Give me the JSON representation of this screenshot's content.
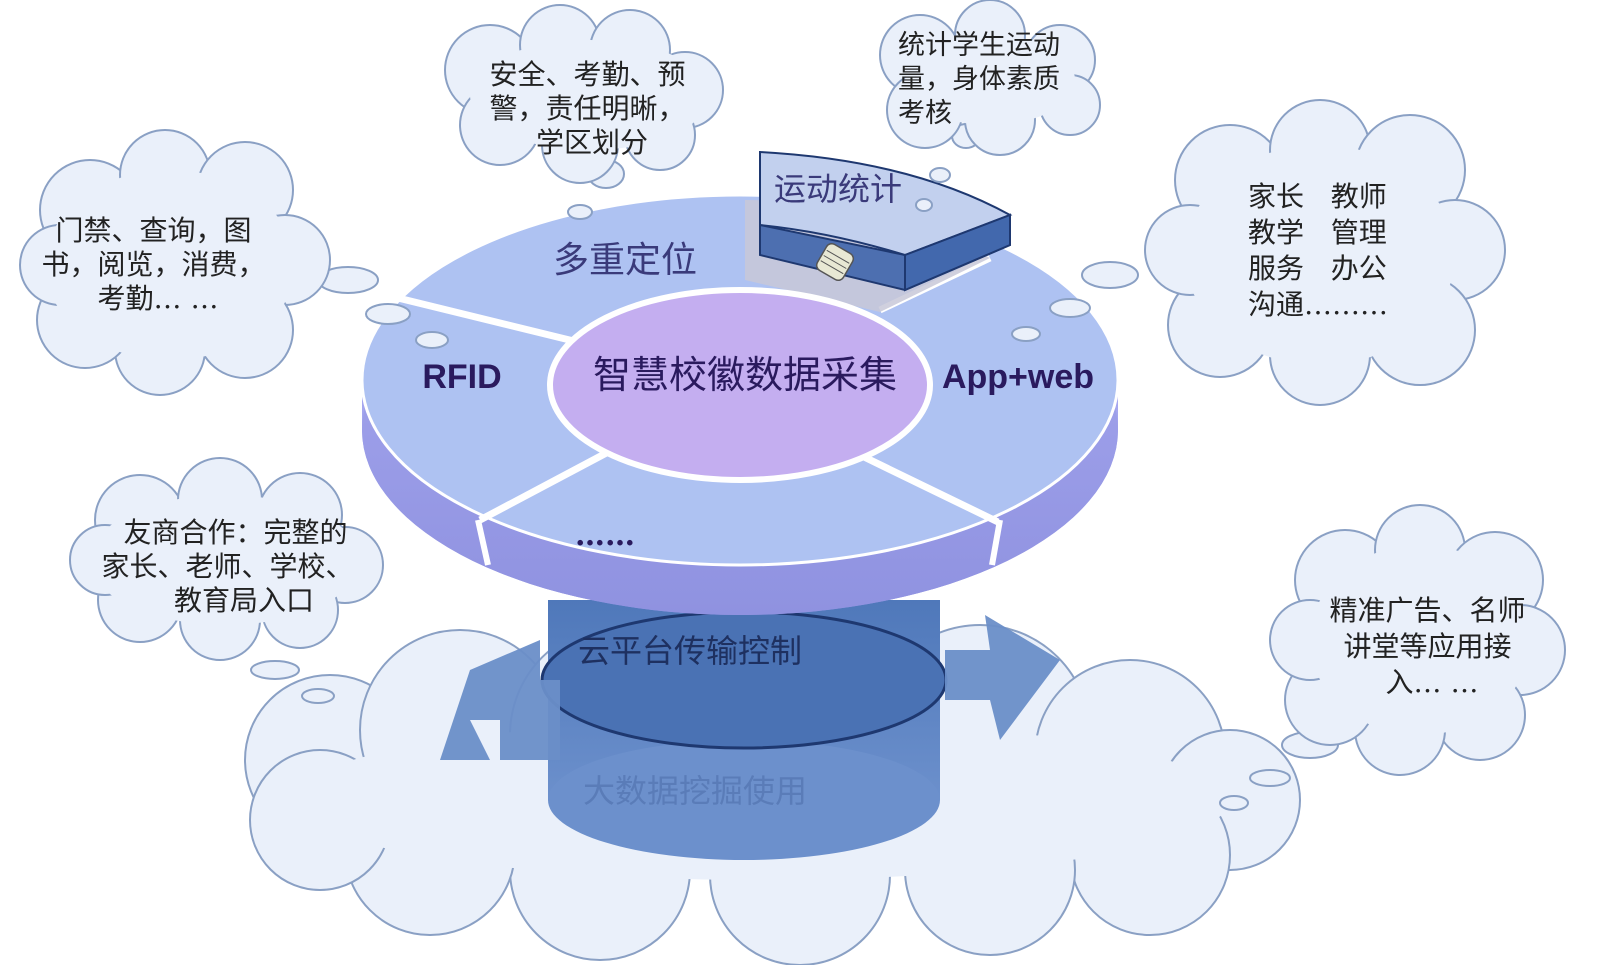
{
  "hub": {
    "center_label": "智慧校徽数据采集",
    "segments": {
      "multi_location": "多重定位",
      "rfid": "RFID",
      "app_web": "App+web",
      "more": "……",
      "sport_stats": "运动统计"
    }
  },
  "base": {
    "cloud_platform": "云平台传输控制",
    "big_data": "大数据挖掘使用"
  },
  "bubbles": {
    "security": [
      "安全、考勤、预",
      "警，责任明晰，",
      "学区划分"
    ],
    "sports": [
      "统计学生运动",
      "量，身体素质",
      "考核"
    ],
    "campus_card": [
      "门禁、查询，图",
      "书，阅览，消费，",
      "考勤… …"
    ],
    "home_school": [
      "家长   教师",
      "教学   管理",
      "服务   办公",
      "沟通………"
    ],
    "partners": [
      "友商合作：完整的",
      "家长、老师、学校、",
      "教育局入口"
    ],
    "apps": [
      "精准广告、名师",
      "讲堂等应用接",
      "入… …"
    ]
  },
  "colors": {
    "cloud_fill": "#eaf0fa",
    "cloud_stroke": "#8aa0c4",
    "disc_fill": "#aec2f2",
    "disc_rim": "#9c9ee8",
    "center_fill": "#c4aef0",
    "pillar": "#4a72b4",
    "arrow": "#6a8ec8",
    "text_dark": "#2a1a5e"
  }
}
